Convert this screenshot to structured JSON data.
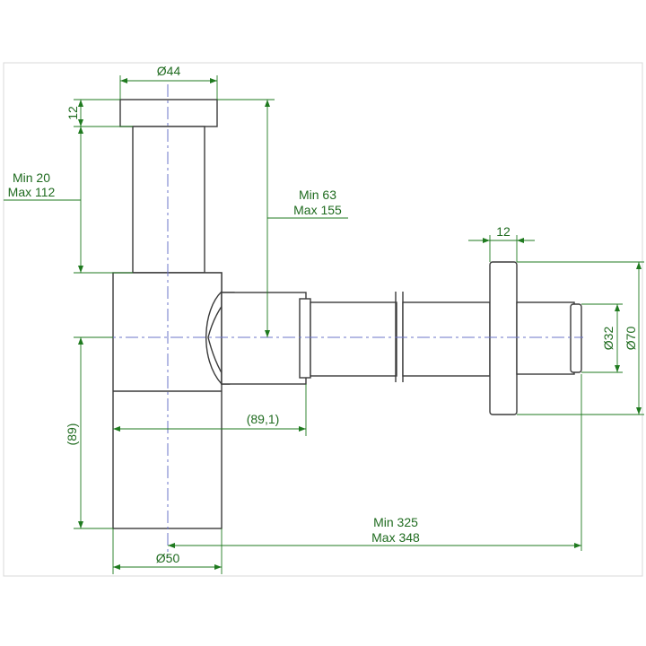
{
  "dimensions": {
    "top_diameter": "Ø44",
    "top_thickness": "12",
    "riser_min": "Min 20",
    "riser_max": "Max 112",
    "height_min": "Min 63",
    "height_max": "Max 155",
    "flange_thickness": "12",
    "outlet_diameter": "Ø32",
    "flange_diameter": "Ø70",
    "body_offset": "(89,1)",
    "body_height": "(89)",
    "length_min": "Min 325",
    "length_max": "Max 348",
    "body_diameter": "Ø50"
  },
  "colors": {
    "part_outline": "#3a3a3a",
    "dimension_green": "#1f7a1f",
    "centerline_blue": "#6b74c9"
  }
}
